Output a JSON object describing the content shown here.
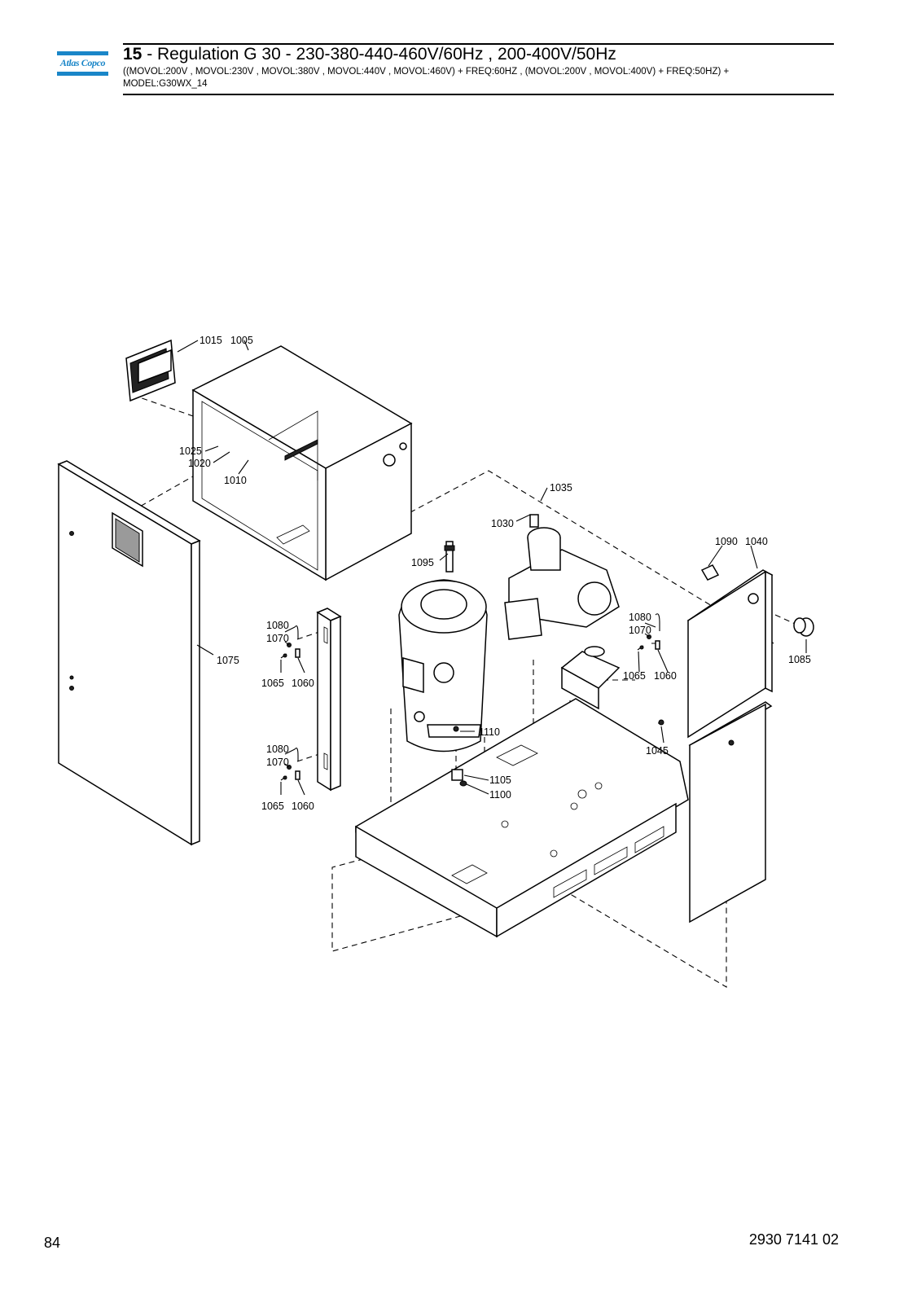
{
  "header": {
    "logo_text": "Atlas Copco",
    "section_number": "15",
    "title_rest": " - Regulation G 30 - 230-380-440-460V/60Hz , 200-400V/50Hz",
    "condition_line1": "((MOVOL:200V , MOVOL:230V , MOVOL:380V , MOVOL:440V , MOVOL:460V) + FREQ:60HZ , (MOVOL:200V , MOVOL:400V) + FREQ:50HZ) +",
    "condition_line2": "MODEL:G30WX_14"
  },
  "callouts": {
    "c1015": "1015",
    "c1005": "1005",
    "c1025": "1025",
    "c1020": "1020",
    "c1010": "1010",
    "c1035": "1035",
    "c1030": "1030",
    "c1095": "1095",
    "c1090": "1090",
    "c1040": "1040",
    "c1085": "1085",
    "c1075": "1075",
    "c1080a": "1080",
    "c1070a": "1070",
    "c1065a": "1065",
    "c1060a": "1060",
    "c1080b": "1080",
    "c1070b": "1070",
    "c1065b": "1065",
    "c1060b": "1060",
    "c1080c": "1080",
    "c1070c": "1070",
    "c1065c": "1065",
    "c1060c": "1060",
    "c1110": "1110",
    "c1105": "1105",
    "c1100": "1100",
    "c1045": "1045"
  },
  "footer": {
    "page_number": "84",
    "document_number": "2930 7141 02"
  }
}
